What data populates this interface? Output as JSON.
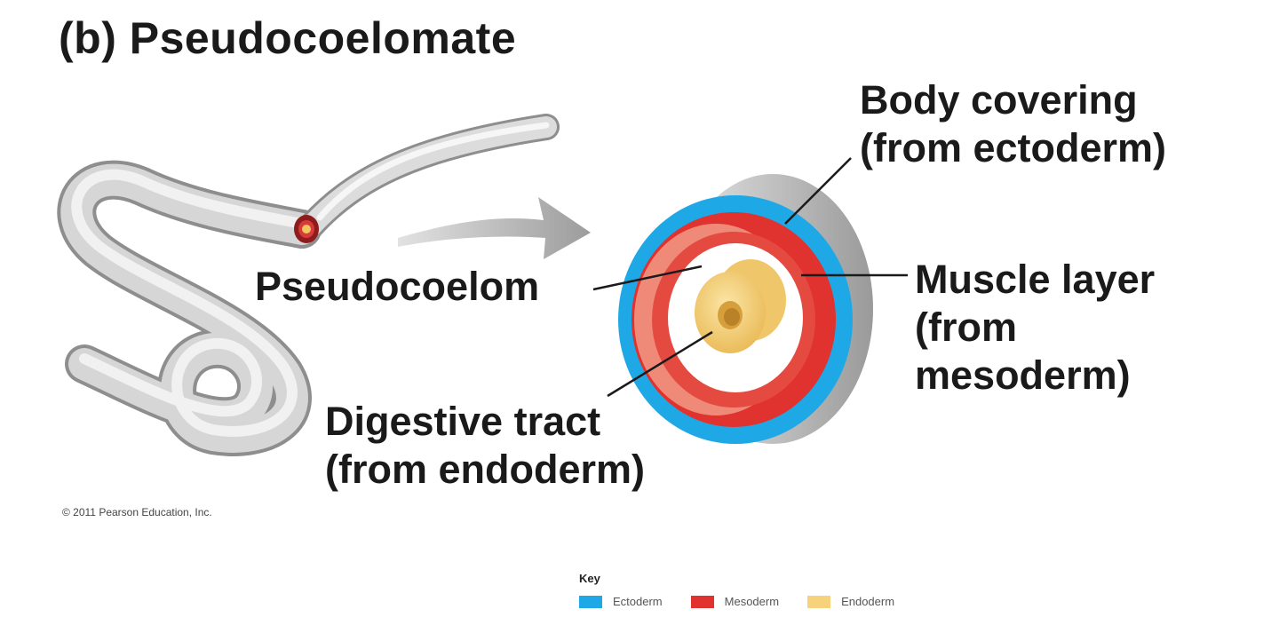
{
  "title": "(b) Pseudocoelomate",
  "labels": {
    "body_covering": [
      "Body covering",
      "(from ectoderm)"
    ],
    "pseudocoelom": "Pseudocoelom",
    "muscle_layer": [
      "Muscle layer",
      "(from",
      "mesoderm)"
    ],
    "digestive_tract": [
      "Digestive tract",
      "(from endoderm)"
    ]
  },
  "copyright": "© 2011 Pearson Education, Inc.",
  "key": {
    "title": "Key",
    "items": [
      {
        "label": "Ectoderm",
        "color": "#1fa8e6"
      },
      {
        "label": "Mesoderm",
        "color": "#e0322e"
      },
      {
        "label": "Endoderm",
        "color": "#f6d27a"
      }
    ]
  }
}
